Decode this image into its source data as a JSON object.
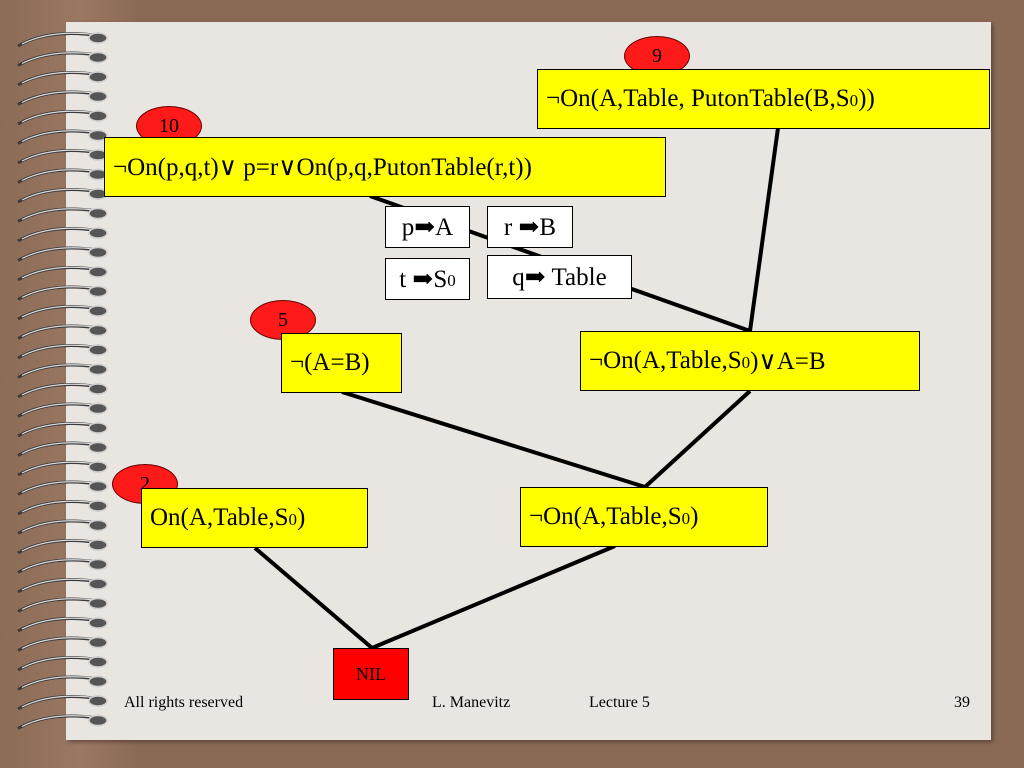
{
  "nodes": {
    "n9": {
      "number": "9",
      "text": "¬On(A,Table, PutonTable(B,S",
      "sub": "0",
      "tail": "))"
    },
    "n10": {
      "number": "10",
      "text": "¬On(p,q,t)∨ p=r∨On(p,q,PutonTable(r,t))"
    },
    "n5": {
      "number": "5",
      "text": "¬(A=B)"
    },
    "mid": {
      "text": "¬On(A,Table,S",
      "sub": "0",
      "tail": ")∨A=B"
    },
    "n2": {
      "number": "2",
      "text": "On(A,Table,S",
      "sub": "0",
      "tail": ")"
    },
    "low": {
      "text": "¬On(A,Table,S",
      "sub": "0",
      "tail": ")"
    },
    "nil": {
      "text": "NIL"
    }
  },
  "substitutions": {
    "p": "p➡A",
    "r": "r ➡B",
    "t": {
      "text": "t ➡S",
      "sub": "0"
    },
    "q": "q➡ Table"
  },
  "footer": {
    "left": "All rights reserved",
    "author": "L. Manevitz",
    "lecture": "Lecture 5",
    "page": "39"
  }
}
